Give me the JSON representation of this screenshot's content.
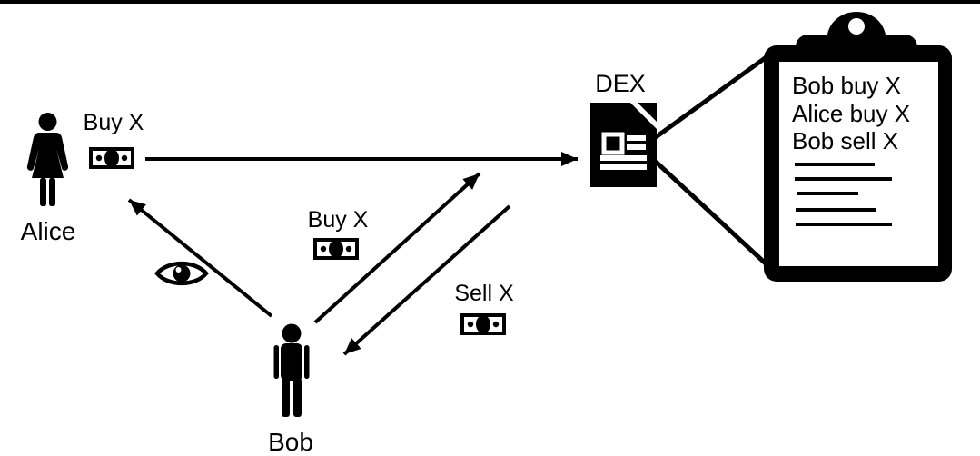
{
  "colors": {
    "ink": "#000000",
    "background": "#ffffff"
  },
  "actors": {
    "alice": {
      "label": "Alice"
    },
    "bob": {
      "label": "Bob"
    },
    "dex": {
      "label": "DEX"
    }
  },
  "orders": {
    "alice_buy": {
      "label": "Buy X"
    },
    "bob_buy": {
      "label": "Buy X"
    },
    "bob_sell": {
      "label": "Sell X"
    }
  },
  "order_book": {
    "entries": [
      "Bob buy X",
      "Alice buy X",
      "Bob sell X"
    ]
  },
  "icons": {
    "alice": "woman-icon",
    "bob": "man-icon",
    "observe": "eye-icon",
    "dex": "document-icon",
    "order_book": "clipboard-icon",
    "money": "banknote-icon"
  }
}
